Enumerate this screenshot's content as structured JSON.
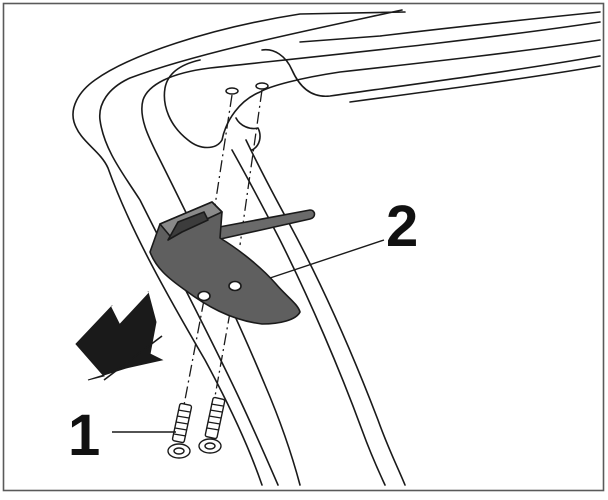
{
  "diagram": {
    "callouts": [
      {
        "label": "1"
      },
      {
        "label": "2"
      }
    ],
    "parts": {
      "item_1": "screws",
      "item_2": "bracket"
    },
    "colors": {
      "frame_border": "#5a5a5a",
      "line": "#1a1a1a",
      "part_fill": "#5f5f5f",
      "part_dark": "#3c3c3c",
      "paper": "#ffffff"
    },
    "icons": {
      "direction_arrow": "arrow-down-left-icon"
    }
  }
}
